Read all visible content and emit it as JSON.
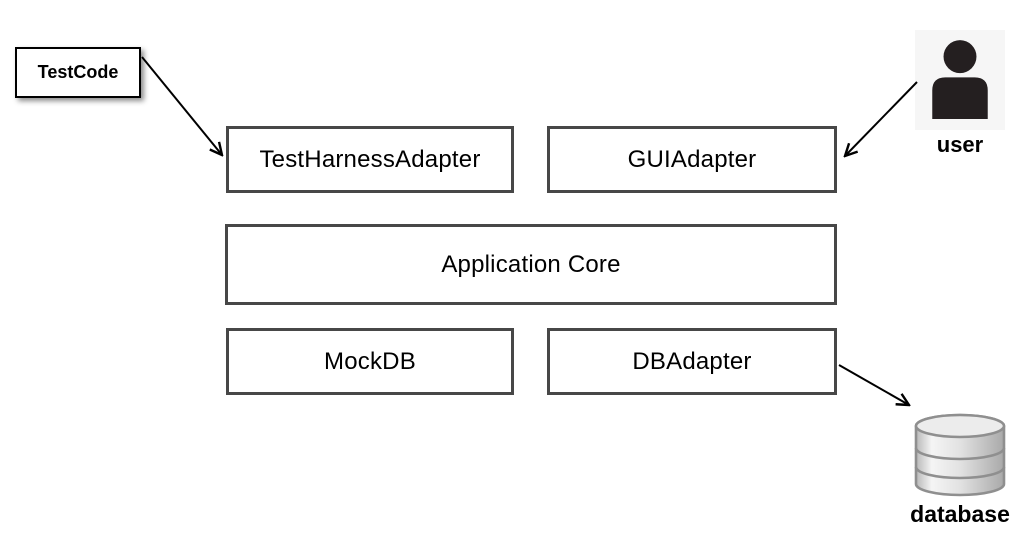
{
  "meta": {
    "type": "ports-and-adapters-architecture-diagram",
    "background": "#ffffff"
  },
  "colors": {
    "box_border": "#474747",
    "box_fill": "#ffffff",
    "label_text": "#000000",
    "note_border": "#000000",
    "arrow": "#000000",
    "user_icon_bg": "#f6f6f6",
    "user_icon_fill": "#241f20",
    "db_outline": "#8f8f8f",
    "db_fill_light": "#f5f5f5",
    "db_fill_dark": "#a9a9a9"
  },
  "nodes": {
    "testcode": {
      "label": "TestCode"
    },
    "test_harness_adapter": {
      "label": "TestHarnessAdapter"
    },
    "gui_adapter": {
      "label": "GUIAdapter"
    },
    "application_core": {
      "label": "Application Core"
    },
    "mockdb": {
      "label": "MockDB"
    },
    "db_adapter": {
      "label": "DBAdapter"
    },
    "user": {
      "label": "user",
      "icon": "person-icon"
    },
    "database": {
      "label": "database",
      "icon": "database-cylinder-icon"
    }
  },
  "edges": [
    {
      "from": "testcode",
      "to": "test_harness_adapter",
      "style": "open-arrow"
    },
    {
      "from": "user",
      "to": "gui_adapter",
      "style": "open-arrow"
    },
    {
      "from": "db_adapter",
      "to": "database",
      "style": "open-arrow"
    }
  ]
}
